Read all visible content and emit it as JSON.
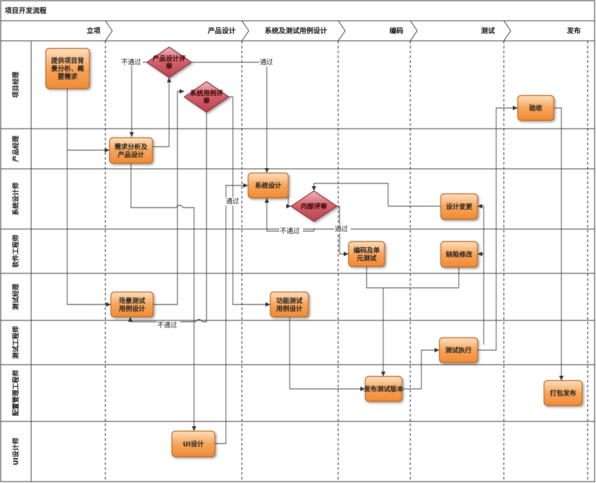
{
  "diagram": {
    "title": "项目开发流程",
    "phases": [
      "立项",
      "产品设计",
      "系统及测试用例设计",
      "编码",
      "测试",
      "发布"
    ],
    "roles": [
      "项目经理",
      "产品经理",
      "系统设计师",
      "软件工程师",
      "测试经理",
      "测试工程师",
      "配置管理工程师",
      "UI设计师"
    ],
    "boxes": [
      {
        "id": "b1",
        "lines": [
          "提供项目背",
          "景分析、概",
          "要需求"
        ]
      },
      {
        "id": "b2",
        "lines": [
          "需求分析及",
          "产品设计"
        ]
      },
      {
        "id": "b3",
        "lines": [
          "场景测试",
          "用例设计"
        ]
      },
      {
        "id": "b4",
        "lines": [
          "UI设计"
        ]
      },
      {
        "id": "b5",
        "lines": [
          "系统设计"
        ]
      },
      {
        "id": "b6",
        "lines": [
          "功能测试",
          "用例设计"
        ]
      },
      {
        "id": "b7",
        "lines": [
          "编码及单",
          "元测试"
        ]
      },
      {
        "id": "b8",
        "lines": [
          "发布测试版本"
        ]
      },
      {
        "id": "b9",
        "lines": [
          "设计变更"
        ]
      },
      {
        "id": "b10",
        "lines": [
          "缺陷修改"
        ]
      },
      {
        "id": "b11",
        "lines": [
          "测试执行"
        ]
      },
      {
        "id": "b12",
        "lines": [
          "验收"
        ]
      },
      {
        "id": "b13",
        "lines": [
          "打包发布"
        ]
      }
    ],
    "decisions": [
      {
        "id": "d1",
        "lines": [
          "产品设计评",
          "审"
        ]
      },
      {
        "id": "d2",
        "lines": [
          "系统用例评",
          "审"
        ]
      },
      {
        "id": "d3",
        "lines": [
          "内部评审"
        ]
      }
    ],
    "edge_labels": {
      "fail1": "不通过",
      "pass1": "通过",
      "pass2": "通过",
      "fail2": "不通过",
      "pass3": "通过",
      "fail3": "不通过"
    },
    "colors": {
      "box_fill": "#f7a55a",
      "box_stroke": "#b8621e",
      "decision_fill": "#c8555f",
      "decision_stroke": "#8a2a33",
      "line": "#333333"
    }
  }
}
